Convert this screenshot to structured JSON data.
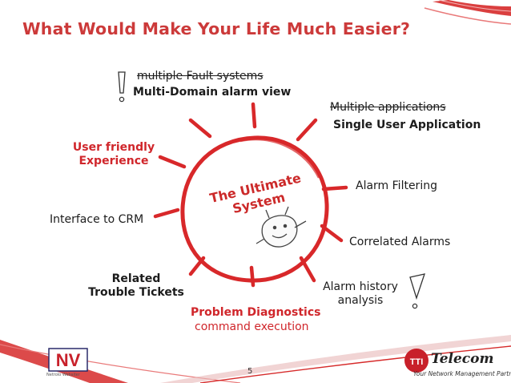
{
  "slide": {
    "title": "What Would Make Your Life Much Easier?",
    "center_label": {
      "line1": "The Ultimate",
      "line2": "System"
    },
    "items": {
      "fault_old": "multiple Fault systems",
      "fault_new": "Multi-Domain alarm view",
      "apps_old": "Multiple applications",
      "apps_new": "Single User Application",
      "user_friendly": {
        "line1": "User friendly",
        "line2": "Experience"
      },
      "alarm_filtering": "Alarm Filtering",
      "interface_crm": "Interface to CRM",
      "correlated_alarms": "Correlated Alarms",
      "related_tickets": {
        "line1": "Related",
        "line2": "Trouble Tickets"
      },
      "alarm_history": {
        "line1": "Alarm history",
        "line2": "analysis"
      },
      "problem_diagnostics": "Problem Diagnostics",
      "command_execution": "command execution"
    },
    "page_number": "5",
    "colors": {
      "accent_red": "#d0262b",
      "title_red": "#cc3a3a",
      "text": "#1c1c1c"
    },
    "footer": {
      "left_logo_text": "NV",
      "left_logo_caption": "Netrolo Websiter",
      "right_logo_mark": "TTI",
      "right_logo_text": "Telecom",
      "right_tagline": "Your Network Management Partner"
    }
  }
}
